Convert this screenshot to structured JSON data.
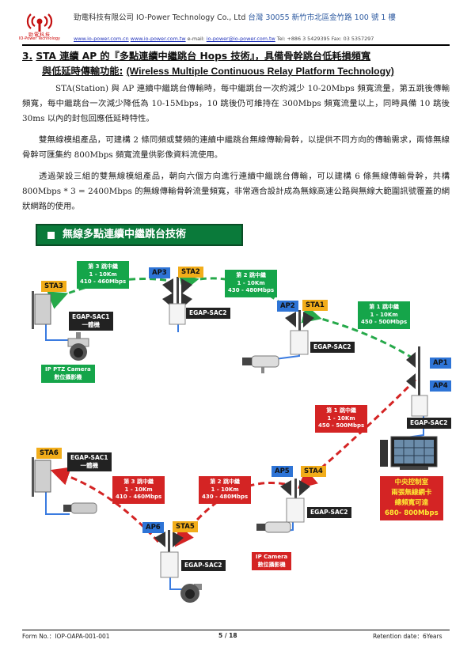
{
  "header": {
    "logo_text": "勁電科技",
    "logo_sub": "IO-Power Technology",
    "company": "勁電科技有限公司 IO-Power Technology Co., Ltd",
    "address": "台灣 30055 新竹市北區金竹路 100 號 1 樓",
    "web1": "www.io-power.com.cn",
    "web2": "www.io-power.com.tw",
    "email_label": "e-mail:",
    "email": "io-power@io-power.com.tw",
    "phone_fax": "Tel: +886 3 5429395 Fax: 03 5357297"
  },
  "section": {
    "number": "3.",
    "title_part1": "STA 連續 AP 的『多點連續中繼跳台 Hops 技術』，具備骨幹跳台低耗損頻寬",
    "title_part2": "與低延時傳輸功能:",
    "title_part3": "(Wireless Multiple Continuous Relay Platform Technology)"
  },
  "paragraphs": [
    "STA(Station) 與 AP 連續中繼跳台傳輸時，每中繼跳台一次約減少 10-20Mbps 頻寬流量，第五跳後傳輸頻寬，每中繼跳台一次減少降低為 10-15Mbps，10 跳後仍可維持在 300Mbps 頻寬流量以上，同時具備 10 跳後 30ms 以內的封包回應低延時特性。",
    "雙無線模組產品，可建構 2 條同頻或雙頻的連續中繼跳台無線傳輸骨幹，以提供不同方向的傳輸需求，兩條無線骨幹可匯集約 800Mbps 頻寬流量供影像資料流使用。",
    "透過架設三組的雙無線模組產品，朝向六個方向進行連續中繼跳台傳輸，可以建構 6 條無線傳輸骨幹，共構 800Mbps * 3 = 2400Mbps 的無線傳輸骨幹流量頻寬，非常適合設計成為無線高速公路與無線大範圍訊號覆蓋的網狀網路的使用。"
  ],
  "banner": "無線多點連續中繼跳台技術",
  "diagram": {
    "top_hops": [
      {
        "title": "第 3 跳中繼",
        "range": "1 - 10Km",
        "rate": "410 - 460Mbps"
      },
      {
        "title": "第 2 跳中繼",
        "range": "1 - 10Km",
        "rate": "430 - 480Mbps"
      },
      {
        "title": "第 1 跳中繼",
        "range": "1 - 10Km",
        "rate": "450 - 500Mbps"
      }
    ],
    "bottom_hops": [
      {
        "title": "第 1 跳中繼",
        "range": "1 - 10Km",
        "rate": "450 - 500Mbps"
      },
      {
        "title": "第 2 跳中繼",
        "range": "1 - 10Km",
        "rate": "430 - 480Mbps"
      },
      {
        "title": "第 3 跳中繼",
        "range": "1 - 10Km",
        "rate": "410 - 460Mbps"
      }
    ],
    "labels": {
      "sta3": "STA3",
      "ap3": "AP3",
      "sta2": "STA2",
      "ap2": "AP2",
      "sta1": "STA1",
      "ap1": "AP1",
      "ap4": "AP4",
      "sta6": "STA6",
      "ap6": "AP6",
      "sta5": "STA5",
      "ap5": "AP5",
      "sta4": "STA4"
    },
    "devices": {
      "sac1_model": "EGAP-SAC1",
      "sac1_note": "一體機",
      "sac2_model": "EGAP-SAC2"
    },
    "cameras": {
      "ptz_line1": "IP PTZ Camera",
      "ptz_line2": "數位攝影機",
      "ip_line1": "IP Camera",
      "ip_line2": "數位攝影機"
    },
    "control": {
      "line1": "中央控制室",
      "line2": "兩張無線網卡",
      "line3": "總頻寬可達",
      "line4": "680- 800Mbps"
    },
    "colors": {
      "top_path": "#26a94a",
      "bottom_path": "#d42424",
      "ap": "#2e74d6",
      "sta": "#f2ad1a"
    }
  },
  "footer": {
    "form_no": "Form No.：IOP-OAPA-001-001",
    "page": "5 / 18",
    "retention": "Retention date：6Years"
  }
}
